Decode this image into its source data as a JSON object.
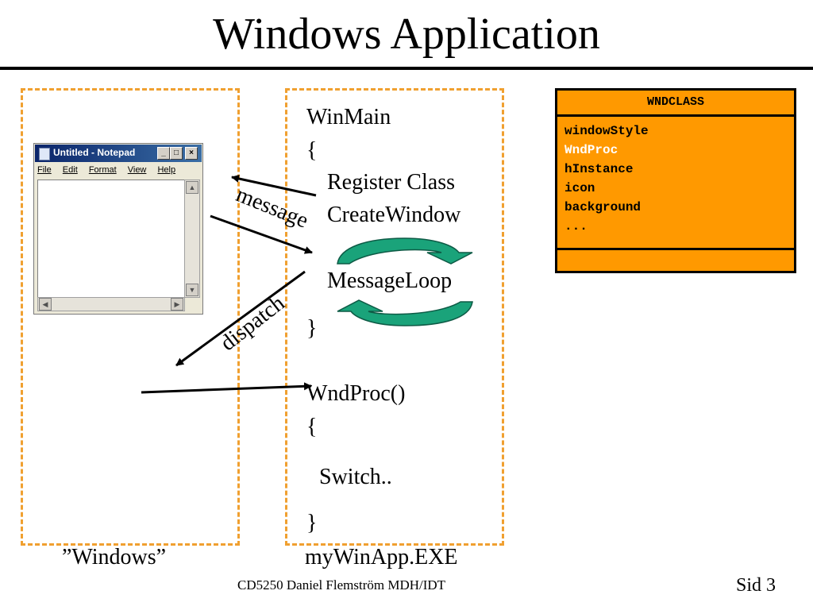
{
  "title": "Windows Application",
  "left_box": {
    "caption": "”Windows”"
  },
  "notepad": {
    "title": "Untitled - Notepad",
    "buttons": [
      "_",
      "□",
      "×"
    ],
    "menu": [
      "File",
      "Edit",
      "Format",
      "View",
      "Help"
    ]
  },
  "app_box": {
    "caption": "myWinApp.EXE",
    "lines": {
      "winmain": "WinMain",
      "brace_open_1": "{",
      "register": "Register Class",
      "create": "CreateWindow",
      "loop": "MessageLoop",
      "brace_close_1": "}",
      "wndproc": "WndProc()",
      "brace_open_2": "{",
      "switch": "Switch..",
      "brace_close_2": "}"
    }
  },
  "arrows": {
    "message": "message",
    "dispatch": "dispatch"
  },
  "wndclass": {
    "header": "WNDCLASS",
    "fields": [
      "windowStyle",
      "WndProc",
      "hInstance",
      "icon",
      "background",
      "..."
    ],
    "highlight_color": "#ffffff",
    "fill_color": "#ff9900"
  },
  "footer": {
    "text": "CD5250  Daniel Flemström   MDH/IDT",
    "page": "Sid 3"
  },
  "colors": {
    "dash": "#f0a030",
    "loop_arrow": "#1aa37a"
  }
}
